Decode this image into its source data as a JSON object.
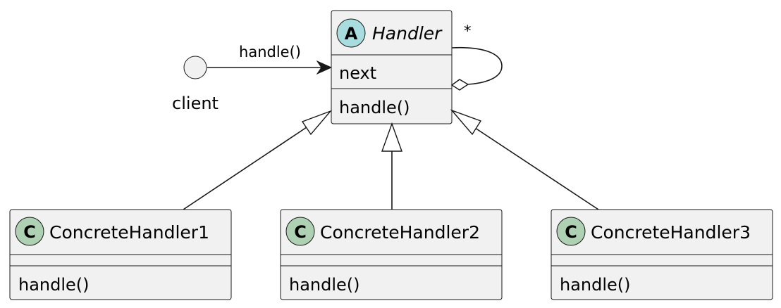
{
  "abstract_class": {
    "badge": "A",
    "badge_color": "#a9dcdf",
    "name": "Handler",
    "fields": [
      "next"
    ],
    "methods": [
      "handle()"
    ]
  },
  "client": {
    "name": "client",
    "call_label": "handle()"
  },
  "self_association": {
    "multiplicity": "*"
  },
  "concrete_classes": [
    {
      "badge": "C",
      "name": "ConcreteHandler1",
      "methods": [
        "handle()"
      ]
    },
    {
      "badge": "C",
      "name": "ConcreteHandler2",
      "methods": [
        "handle()"
      ]
    },
    {
      "badge": "C",
      "name": "ConcreteHandler3",
      "methods": [
        "handle()"
      ]
    }
  ],
  "colors": {
    "class_badge": "#add1b2",
    "box_fill": "#f1f1f1",
    "stroke": "#181818"
  }
}
